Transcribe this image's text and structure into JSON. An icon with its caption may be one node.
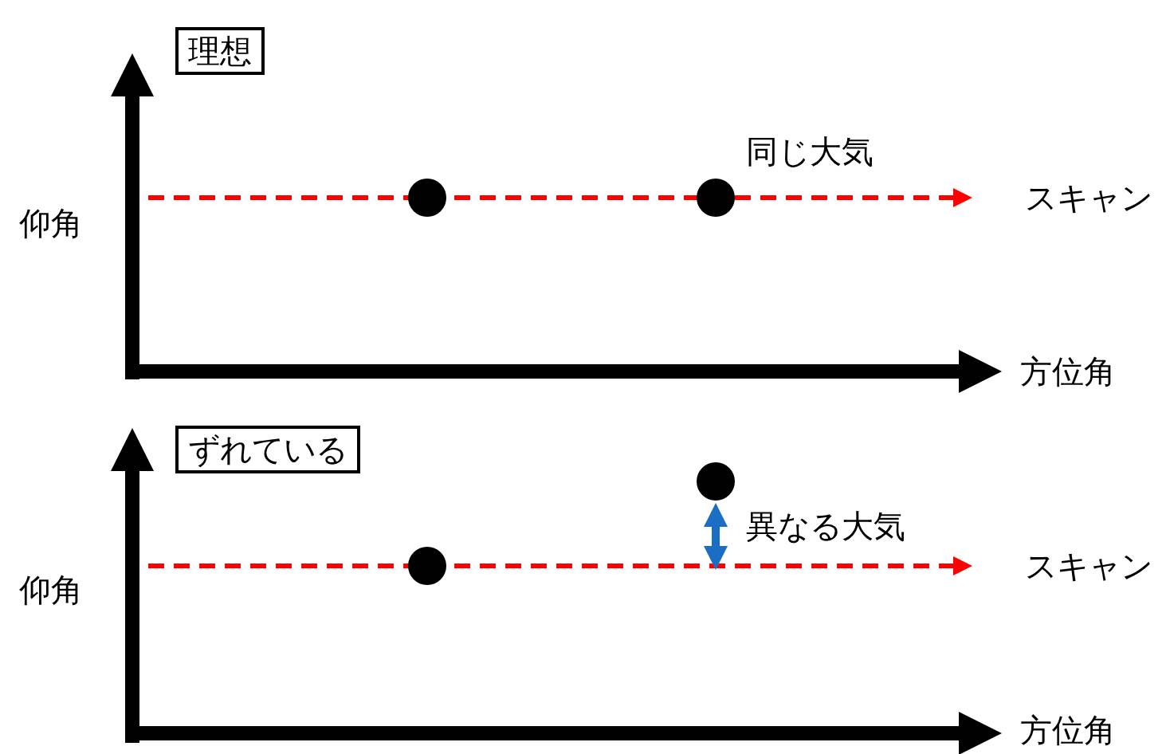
{
  "diagram": {
    "nodes": [
      {
        "text": [
          "理想"
        ]
      },
      {
        "text": [],
        "shape": "circle"
      },
      {
        "text": [],
        "shape": "circle"
      },
      {
        "text": [
          "ずれている"
        ]
      },
      {
        "text": [],
        "shape": "circle"
      },
      {
        "text": [],
        "shape": "circle"
      }
    ],
    "labels": [
      "同じ大気",
      "仰角",
      "スキャン",
      "方位角",
      "異なる大気",
      "仰角",
      "スキャン",
      "方位角"
    ]
  }
}
